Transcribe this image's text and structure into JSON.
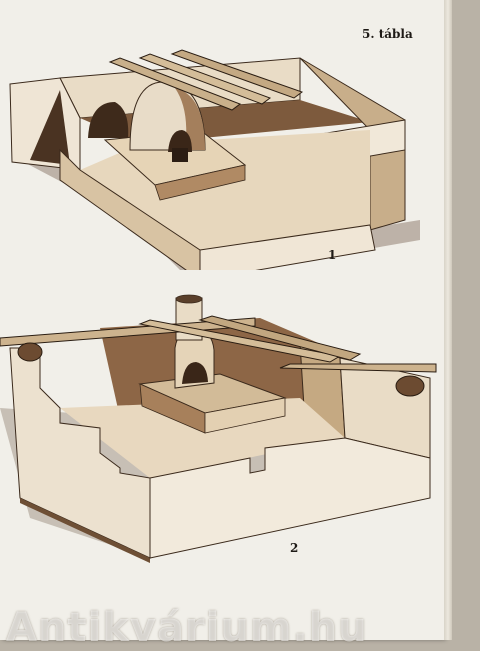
{
  "plate": {
    "label": "5. tábla"
  },
  "figures": [
    {
      "number": "1"
    },
    {
      "number": "2"
    }
  ],
  "watermark": {
    "text": "Antikvárium.hu"
  },
  "colors": {
    "paper": "#f1efe9",
    "sepia_dark": "#4a3322",
    "sepia_mid": "#9a7352",
    "sepia_light": "#d9c4a6",
    "ink": "#1e1a16"
  }
}
